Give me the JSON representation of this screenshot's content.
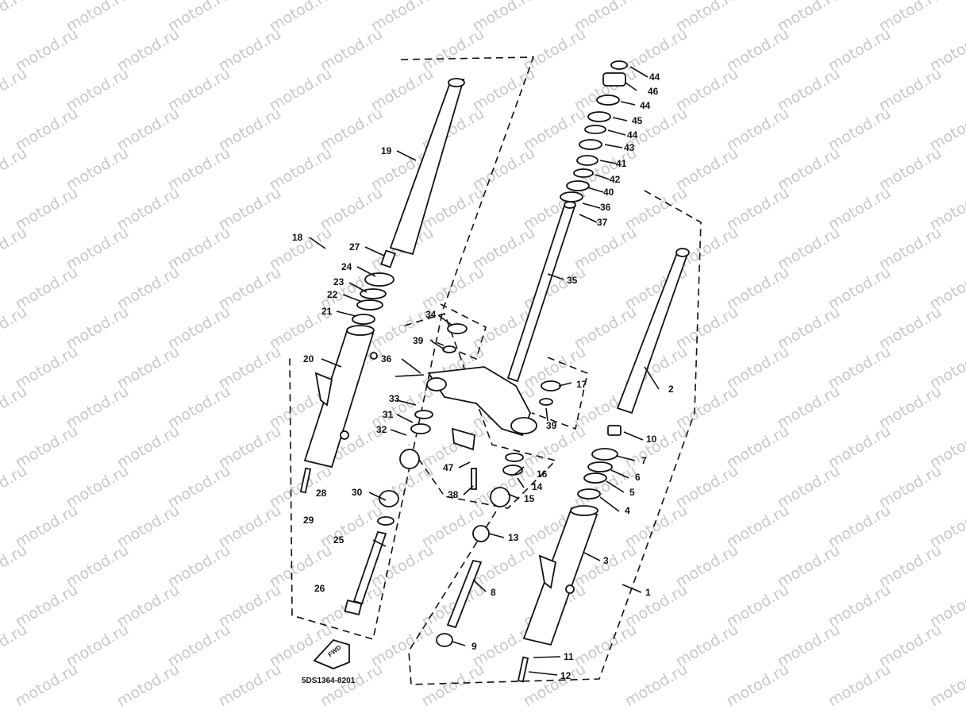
{
  "diagram": {
    "watermark": "motod.ru",
    "drawing_code": "5DS1364-8201",
    "forward_mark": "FWD",
    "callouts": [
      "1",
      "2",
      "3",
      "4",
      "5",
      "6",
      "7",
      "8",
      "9",
      "10",
      "11",
      "12",
      "13",
      "14",
      "15",
      "16",
      "17",
      "18",
      "19",
      "20",
      "21",
      "22",
      "23",
      "24",
      "25",
      "26",
      "27",
      "28",
      "29",
      "30",
      "31",
      "32",
      "33",
      "34",
      "35",
      "36",
      "37",
      "38",
      "39",
      "40",
      "41",
      "42",
      "43",
      "44",
      "45",
      "46",
      "47"
    ]
  }
}
